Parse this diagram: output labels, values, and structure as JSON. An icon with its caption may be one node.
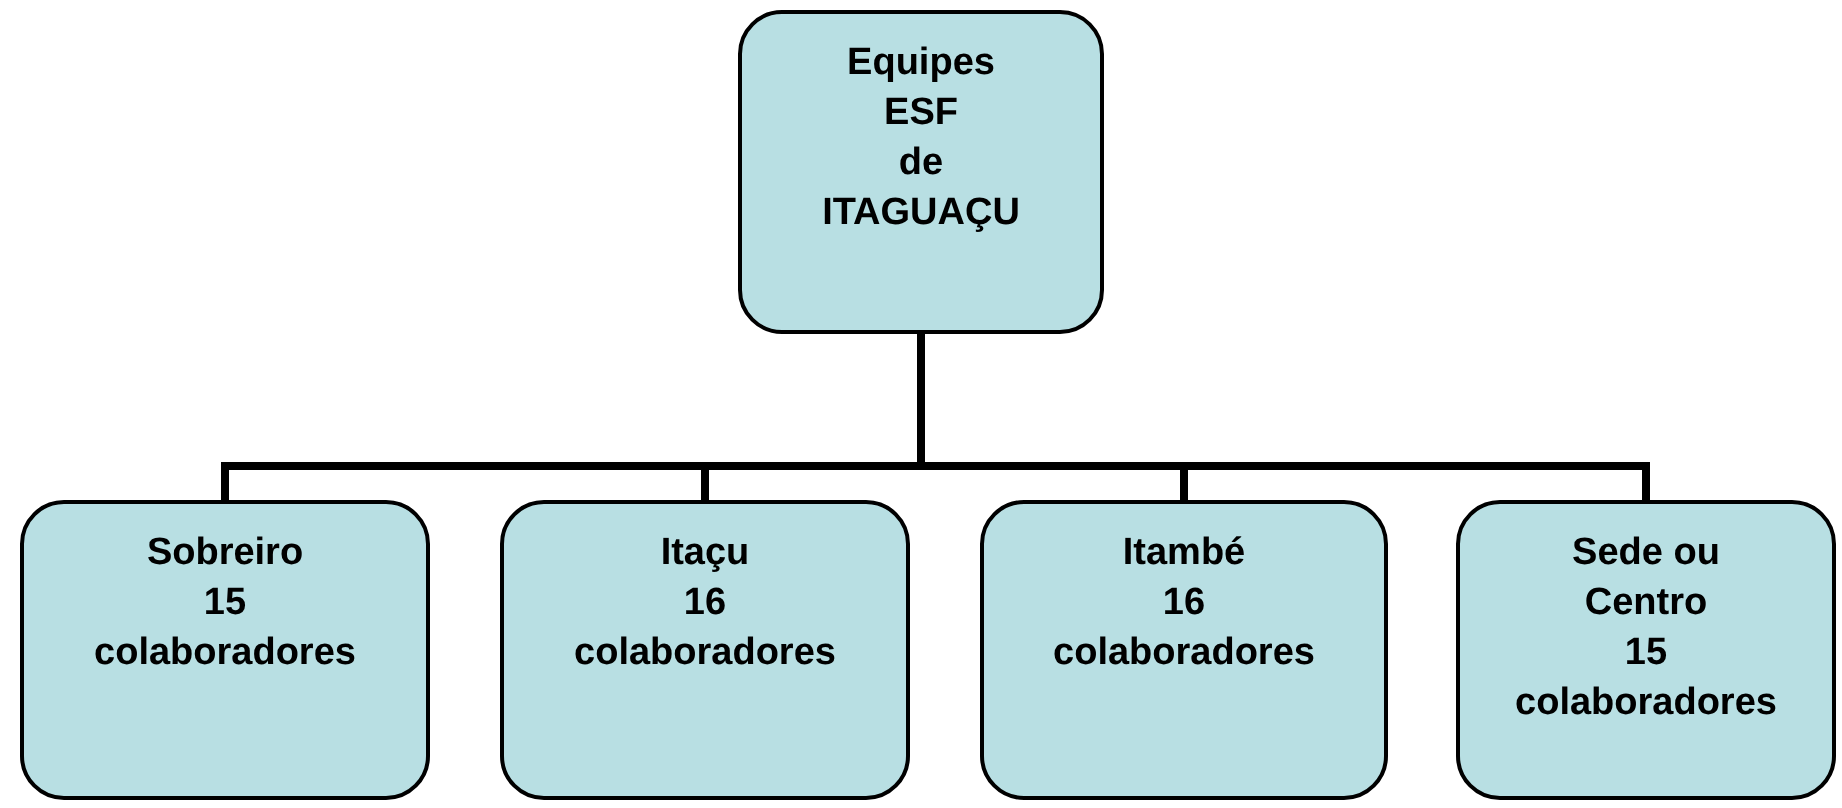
{
  "diagram": {
    "nodes": [
      {
        "text": [
          "Equipes",
          "ESF",
          "de",
          "ITAGUAÇU"
        ]
      },
      {
        "text": [
          "Sobreiro",
          "15",
          "colaboradores"
        ]
      },
      {
        "text": [
          "Itaçu",
          "16",
          "colaboradores"
        ]
      },
      {
        "text": [
          "Itambé",
          "16",
          "colaboradores"
        ]
      },
      {
        "text": [
          "Sede ou",
          "Centro",
          "15",
          "colaboradores"
        ]
      }
    ],
    "edges": [
      {
        "from": 0,
        "to": 1,
        "arrow": "none"
      },
      {
        "from": 0,
        "to": 2,
        "arrow": "none"
      },
      {
        "from": 0,
        "to": 3,
        "arrow": "none"
      },
      {
        "from": 0,
        "to": 4,
        "arrow": "none"
      }
    ]
  }
}
